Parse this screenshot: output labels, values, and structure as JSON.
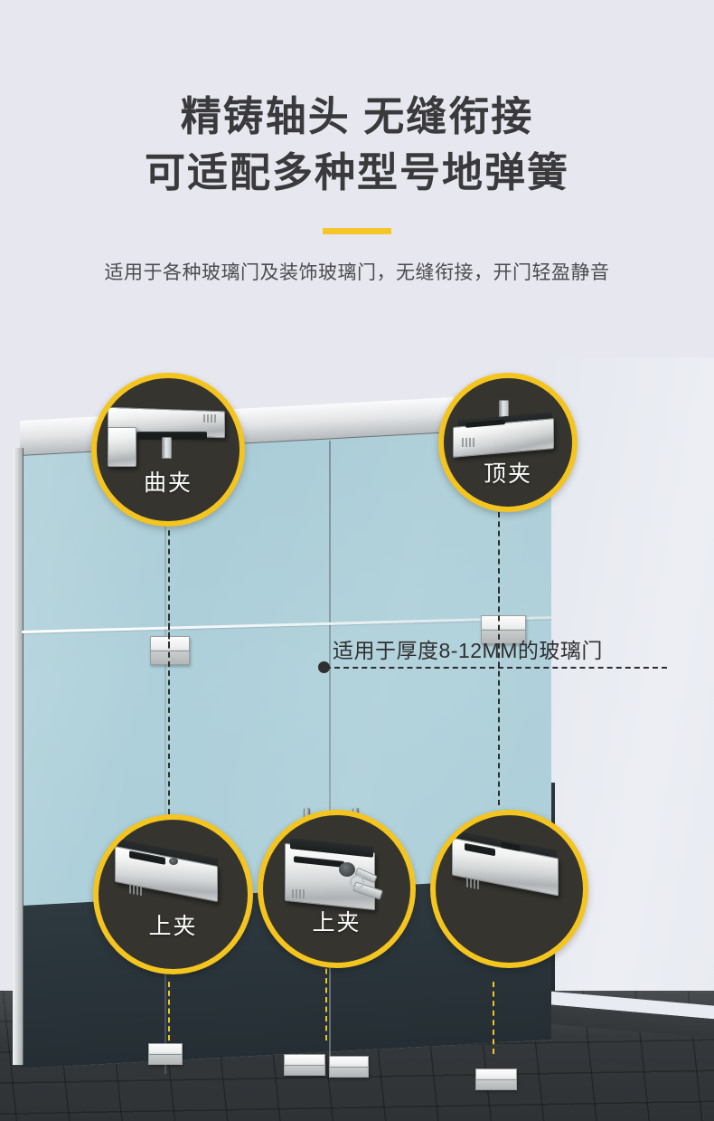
{
  "header": {
    "headline": "精铸轴头 无缝衔接\n可适配多种型号地弹簧",
    "headline_line1": "精铸轴头 无缝衔接",
    "headline_line2": "可适配多种型号地弹簧",
    "subtitle": "适用于各种玻璃门及装饰玻璃门，无缝衔接，开门轻盈静音",
    "divider_color": "#f6c52a"
  },
  "scene": {
    "annotation": "适用于厚度8-12MM的玻璃门",
    "glass_color": "#aed0da",
    "floor_color": "#34383b",
    "dark_wall_color": "#273137",
    "background_color": "#e7e8ef"
  },
  "callouts": [
    {
      "id": "qu-jia",
      "label": "曲夹",
      "ring_color": "#f4c41f",
      "fill_color": "#35342f"
    },
    {
      "id": "ding-jia",
      "label": "顶夹",
      "ring_color": "#f4c41f",
      "fill_color": "#35342f"
    },
    {
      "id": "shang-jia-1",
      "label": "上夹",
      "ring_color": "#f4c41f",
      "fill_color": "#35342f"
    },
    {
      "id": "shang-jia-2",
      "label": "上夹",
      "ring_color": "#f4c41f",
      "fill_color": "#35342f"
    },
    {
      "id": "shang-jia-3",
      "label": "",
      "ring_color": "#f4c41f",
      "fill_color": "#35342f"
    }
  ]
}
